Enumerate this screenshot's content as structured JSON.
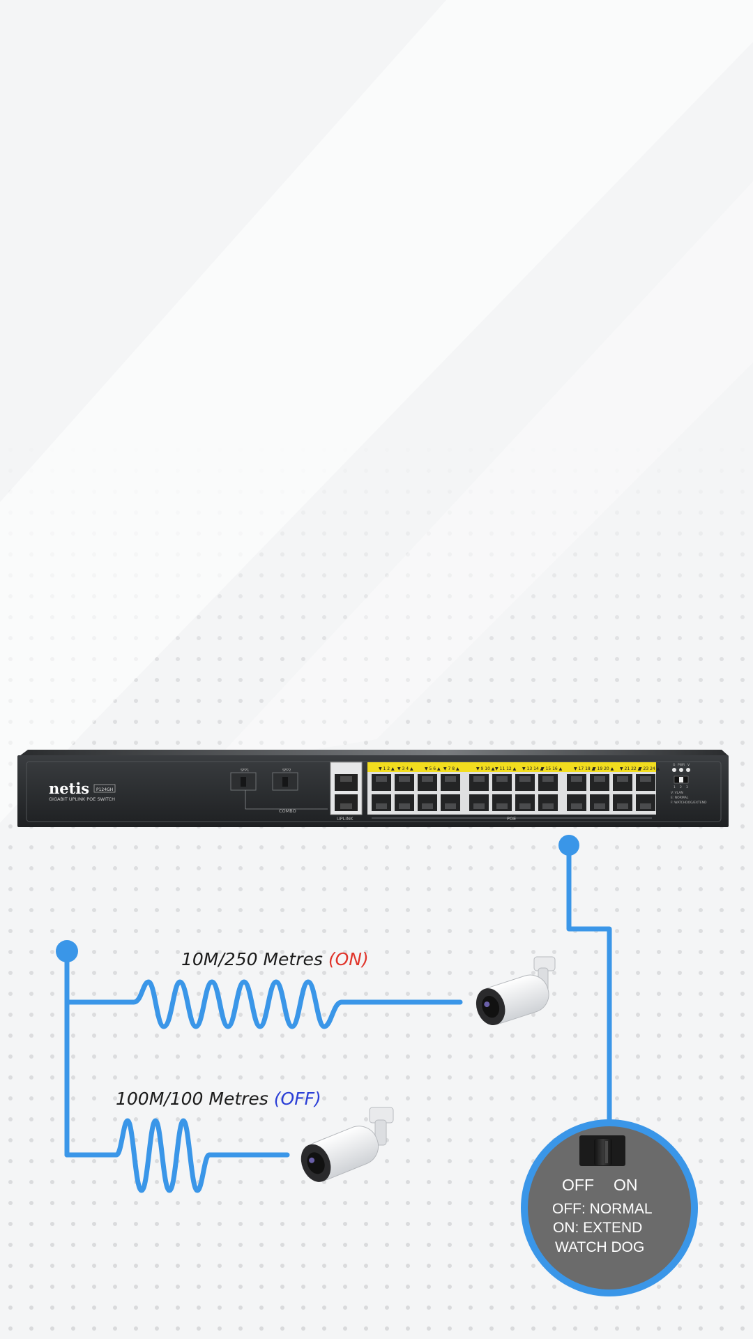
{
  "switch": {
    "brand": "netis",
    "model": "P124GH",
    "subtitle": "GIGABIT UPLINK POE SWITCH",
    "sfp_labels": [
      "SFP1",
      "SFP2"
    ],
    "combo_label": "COMBO",
    "uplink_label": "UPLINK",
    "poe_label": "POE",
    "port_group_labels": [
      "1 2",
      "3 4",
      "5 6",
      "7 8",
      "9 10",
      "11 12",
      "13 14",
      "15 16",
      "17 18",
      "19 20",
      "21 22",
      "23 24"
    ],
    "led_labels": [
      "G",
      "PWR",
      "V"
    ],
    "dip_labels": [
      "1",
      "2",
      "3"
    ],
    "mode_lines": [
      "V: VLAN",
      "E: NORMAL",
      "F: WATCHDOG/EXTEND"
    ]
  },
  "diagram": {
    "line_color": "#3a96e8",
    "extended": {
      "label": "10M/250 Metres ",
      "state": "(ON)",
      "state_color": "#e0352b"
    },
    "normal": {
      "label": "100M/100 Metres ",
      "state": "(OFF)",
      "state_color": "#2b3fd6"
    }
  },
  "callout": {
    "switch_off": "OFF",
    "switch_on": "ON",
    "lines": [
      "OFF: NORMAL",
      "ON: EXTEND",
      "WATCH DOG"
    ],
    "bg_color": "#6b6b6b",
    "ring_color": "#3a96e8"
  }
}
